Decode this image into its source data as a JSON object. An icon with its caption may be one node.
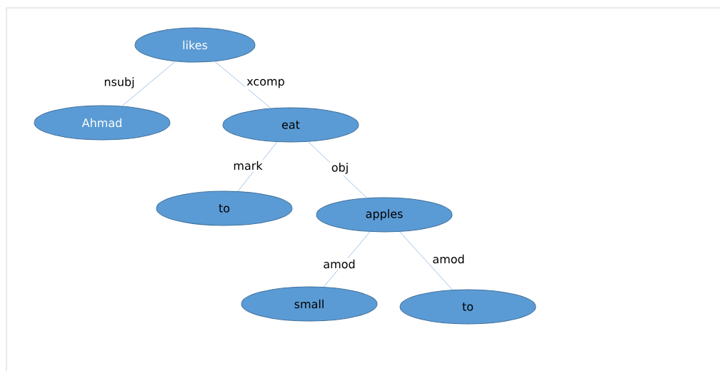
{
  "diagram": {
    "nodes": [
      {
        "text": [
          "likes"
        ]
      },
      {
        "text": [
          "Ahmad"
        ]
      },
      {
        "text": [
          "eat"
        ]
      },
      {
        "text": [
          "to"
        ]
      },
      {
        "text": [
          "apples"
        ]
      },
      {
        "text": [
          "small"
        ]
      },
      {
        "text": [
          "to"
        ]
      }
    ],
    "edges": [
      {
        "from": 0,
        "to": 1,
        "arrow": "none",
        "label": "nsubj"
      },
      {
        "from": 0,
        "to": 2,
        "arrow": "none",
        "label": "xcomp"
      },
      {
        "from": 2,
        "to": 3,
        "arrow": "none",
        "label": "mark"
      },
      {
        "from": 2,
        "to": 4,
        "arrow": "none",
        "label": "obj"
      },
      {
        "from": 4,
        "to": 5,
        "arrow": "none",
        "label": "amod"
      },
      {
        "from": 4,
        "to": 6,
        "arrow": "none",
        "label": "amod"
      }
    ]
  }
}
